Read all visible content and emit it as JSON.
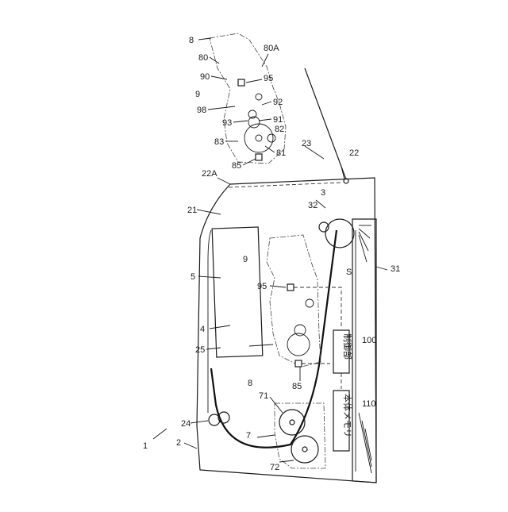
{
  "figure": {
    "ref_labels": {
      "r1": "1",
      "r2": "2",
      "r3": "3",
      "r4": "4",
      "r5": "5",
      "r7": "7",
      "r8_top": "8",
      "r8_inner": "8",
      "r9_top": "9",
      "r9_inner": "9",
      "r21": "21",
      "r22": "22",
      "r22a": "22A",
      "r23": "23",
      "r24": "24",
      "r25": "25",
      "r31": "31",
      "r32": "32",
      "r71": "71",
      "r72": "72",
      "r80": "80",
      "r80a": "80A",
      "r81": "81",
      "r82": "82",
      "r83": "83",
      "r85_top": "85",
      "r85_inner": "85",
      "r90": "90",
      "r91": "91",
      "r92": "92",
      "r93": "93",
      "r95_top": "95",
      "r95_inner": "95",
      "r98": "98",
      "r100": "100",
      "r110": "110",
      "rS": "S"
    },
    "blocks": {
      "controller": "制御部",
      "main_memory": "本体メモリ"
    }
  }
}
